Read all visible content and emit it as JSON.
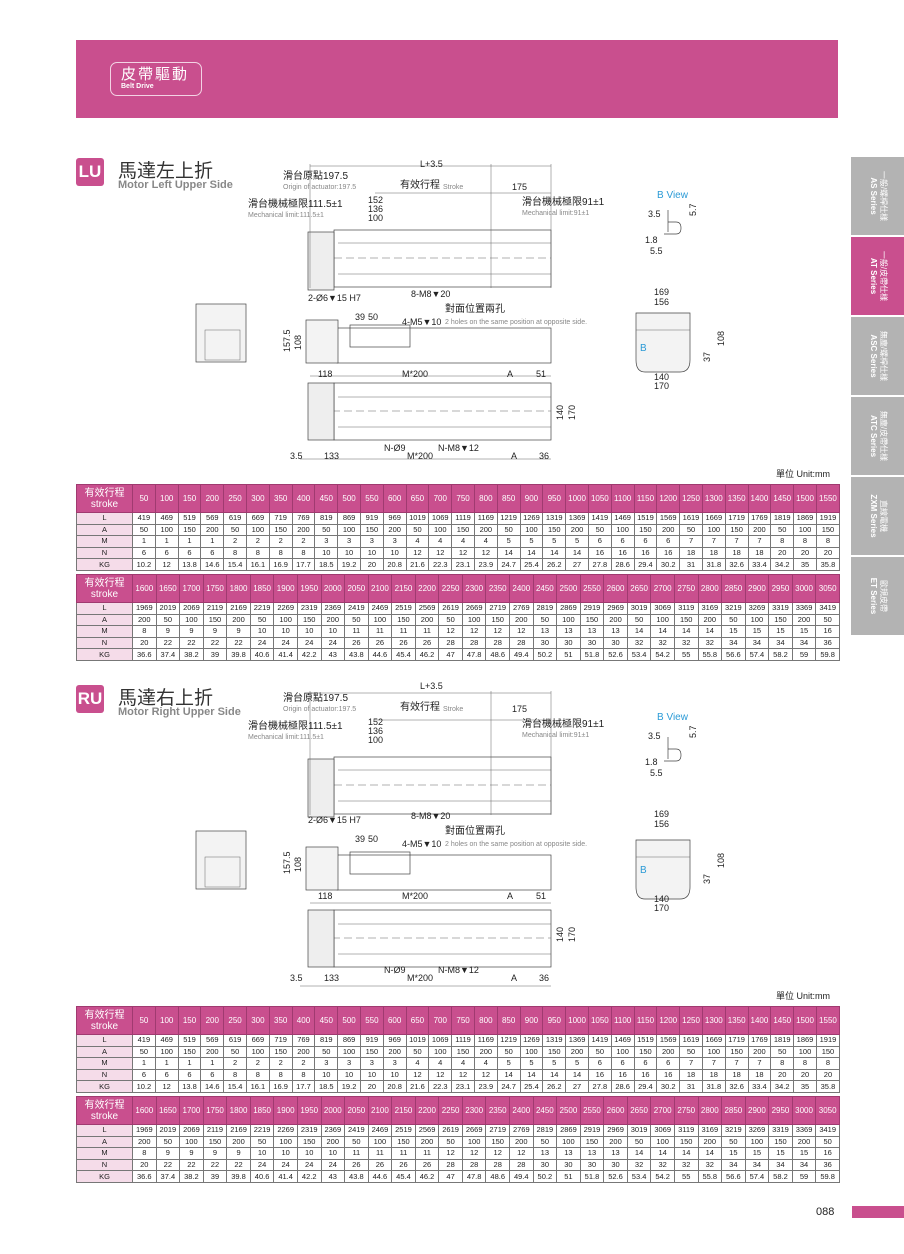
{
  "header": {
    "title_zh": "皮帶驅動",
    "title_en": "Belt Drive"
  },
  "side_tabs": [
    {
      "zh": "一般/螺桿仕樣",
      "en": "AS Series",
      "active": false
    },
    {
      "zh": "一般/皮帶仕樣",
      "en": "AT Series",
      "active": true
    },
    {
      "zh": "無塵/螺桿仕樣",
      "en": "ASC Series",
      "active": false
    },
    {
      "zh": "無塵/皮帶仕樣",
      "en": "ATC Series",
      "active": false
    },
    {
      "zh": "直線電機",
      "en": "ZXM Series",
      "active": false
    },
    {
      "zh": "歐規皮帶",
      "en": "ET Series",
      "active": false
    }
  ],
  "sections": [
    {
      "code": "LU",
      "title_zh": "馬達左上折",
      "title_en": "Motor Left Upper Side",
      "unit": "單位 Unit:mm"
    },
    {
      "code": "RU",
      "title_zh": "馬達右上折",
      "title_en": "Motor Right Upper Side",
      "unit": "單位 Unit:mm"
    }
  ],
  "drawing_labels": {
    "total": "L+3.5",
    "origin_zh": "滑台原點197.5",
    "origin_en": "Origin of actuator:197.5",
    "stroke_zh": "有效行程",
    "stroke_en": "Stroke",
    "d175": "175",
    "d152": "152",
    "d136": "136",
    "d100": "100",
    "mech_l_zh": "滑台機械極限111.5±1",
    "mech_l_en": "Mechanical limit:111.5±1",
    "mech_r_zh": "滑台機械極限91±1",
    "mech_r_en": "Mechanical limit:91±1",
    "pin": "2-Ø6▼15 H7",
    "m8": "8-M8▼20",
    "d39": "39",
    "d50": "50",
    "opp_zh": "對面位置兩孔",
    "m5": "4-M5▼10",
    "opp_en": "2 holes on the same position at opposite side.",
    "h157": "157.5",
    "h108": "108",
    "d118": "118",
    "m200a": "M*200",
    "a1": "A",
    "d51": "51",
    "w140": "140",
    "w170": "170",
    "n9": "N-Ø9",
    "m200b": "M*200",
    "nm8": "N-M8▼12",
    "d3_5": "3.5",
    "d133": "133",
    "a2": "A",
    "d36": "36",
    "bview": "B View",
    "b35": "3.5",
    "b57": "5.7",
    "b18": "1.8",
    "b55": "5.5",
    "e169": "169",
    "e156": "156",
    "e140": "140",
    "e170": "170",
    "e108": "108",
    "e37": "37",
    "eb": "B"
  },
  "spec_table": {
    "header_zh": "有效行程",
    "header_en": "stroke",
    "row_labels": [
      "L",
      "A",
      "M",
      "N",
      "KG"
    ],
    "blocks": [
      {
        "strokes": [
          "50",
          "100",
          "150",
          "200",
          "250",
          "300",
          "350",
          "400",
          "450",
          "500",
          "550",
          "600",
          "650",
          "700",
          "750",
          "800",
          "850",
          "900",
          "950",
          "1000",
          "1050",
          "1100",
          "1150",
          "1200",
          "1250",
          "1300",
          "1350",
          "1400",
          "1450",
          "1500",
          "1550"
        ],
        "rows": [
          [
            "419",
            "469",
            "519",
            "569",
            "619",
            "669",
            "719",
            "769",
            "819",
            "869",
            "919",
            "969",
            "1019",
            "1069",
            "1119",
            "1169",
            "1219",
            "1269",
            "1319",
            "1369",
            "1419",
            "1469",
            "1519",
            "1569",
            "1619",
            "1669",
            "1719",
            "1769",
            "1819",
            "1869",
            "1919"
          ],
          [
            "50",
            "100",
            "150",
            "200",
            "50",
            "100",
            "150",
            "200",
            "50",
            "100",
            "150",
            "200",
            "50",
            "100",
            "150",
            "200",
            "50",
            "100",
            "150",
            "200",
            "50",
            "100",
            "150",
            "200",
            "50",
            "100",
            "150",
            "200",
            "50",
            "100",
            "150"
          ],
          [
            "1",
            "1",
            "1",
            "1",
            "2",
            "2",
            "2",
            "2",
            "3",
            "3",
            "3",
            "3",
            "4",
            "4",
            "4",
            "4",
            "5",
            "5",
            "5",
            "5",
            "6",
            "6",
            "6",
            "6",
            "7",
            "7",
            "7",
            "7",
            "8",
            "8",
            "8"
          ],
          [
            "6",
            "6",
            "6",
            "6",
            "8",
            "8",
            "8",
            "8",
            "10",
            "10",
            "10",
            "10",
            "12",
            "12",
            "12",
            "12",
            "14",
            "14",
            "14",
            "14",
            "16",
            "16",
            "16",
            "16",
            "18",
            "18",
            "18",
            "18",
            "20",
            "20",
            "20"
          ],
          [
            "10.2",
            "12",
            "13.8",
            "14.6",
            "15.4",
            "16.1",
            "16.9",
            "17.7",
            "18.5",
            "19.2",
            "20",
            "20.8",
            "21.6",
            "22.3",
            "23.1",
            "23.9",
            "24.7",
            "25.4",
            "26.2",
            "27",
            "27.8",
            "28.6",
            "29.4",
            "30.2",
            "31",
            "31.8",
            "32.6",
            "33.4",
            "34.2",
            "35",
            "35.8"
          ]
        ]
      },
      {
        "strokes": [
          "1600",
          "1650",
          "1700",
          "1750",
          "1800",
          "1850",
          "1900",
          "1950",
          "2000",
          "2050",
          "2100",
          "2150",
          "2200",
          "2250",
          "2300",
          "2350",
          "2400",
          "2450",
          "2500",
          "2550",
          "2600",
          "2650",
          "2700",
          "2750",
          "2800",
          "2850",
          "2900",
          "2950",
          "3000",
          "3050"
        ],
        "rows": [
          [
            "1969",
            "2019",
            "2069",
            "2119",
            "2169",
            "2219",
            "2269",
            "2319",
            "2369",
            "2419",
            "2469",
            "2519",
            "2569",
            "2619",
            "2669",
            "2719",
            "2769",
            "2819",
            "2869",
            "2919",
            "2969",
            "3019",
            "3069",
            "3119",
            "3169",
            "3219",
            "3269",
            "3319",
            "3369",
            "3419"
          ],
          [
            "200",
            "50",
            "100",
            "150",
            "200",
            "50",
            "100",
            "150",
            "200",
            "50",
            "100",
            "150",
            "200",
            "50",
            "100",
            "150",
            "200",
            "50",
            "100",
            "150",
            "200",
            "50",
            "100",
            "150",
            "200",
            "50",
            "100",
            "150",
            "200",
            "50"
          ],
          [
            "8",
            "9",
            "9",
            "9",
            "9",
            "10",
            "10",
            "10",
            "10",
            "11",
            "11",
            "11",
            "11",
            "12",
            "12",
            "12",
            "12",
            "13",
            "13",
            "13",
            "13",
            "14",
            "14",
            "14",
            "14",
            "15",
            "15",
            "15",
            "15",
            "16"
          ],
          [
            "20",
            "22",
            "22",
            "22",
            "22",
            "24",
            "24",
            "24",
            "24",
            "26",
            "26",
            "26",
            "26",
            "28",
            "28",
            "28",
            "28",
            "30",
            "30",
            "30",
            "30",
            "32",
            "32",
            "32",
            "32",
            "34",
            "34",
            "34",
            "34",
            "36"
          ],
          [
            "36.6",
            "37.4",
            "38.2",
            "39",
            "39.8",
            "40.6",
            "41.4",
            "42.2",
            "43",
            "43.8",
            "44.6",
            "45.4",
            "46.2",
            "47",
            "47.8",
            "48.6",
            "49.4",
            "50.2",
            "51",
            "51.8",
            "52.6",
            "53.4",
            "54.2",
            "55",
            "55.8",
            "56.6",
            "57.4",
            "58.2",
            "59",
            "59.8"
          ]
        ]
      }
    ]
  },
  "page_number": "088",
  "colors": {
    "accent": "#c94f8e",
    "tab_gray": "#b3b3b3",
    "blue": "#2a9ad6"
  }
}
